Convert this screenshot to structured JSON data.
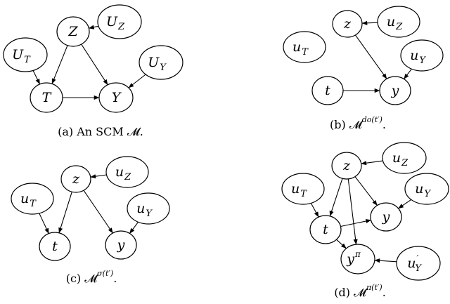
{
  "panels": [
    {
      "id": "a",
      "caption": "(a) An SCM 𝓜.",
      "nodes": [
        {
          "id": "Z",
          "base": "Z"
        },
        {
          "id": "UZ",
          "base": "U",
          "sub": "Z"
        },
        {
          "id": "UT",
          "base": "U",
          "sub": "T"
        },
        {
          "id": "UY",
          "base": "U",
          "sub": "Y"
        },
        {
          "id": "T",
          "base": "T"
        },
        {
          "id": "Y",
          "base": "Y"
        }
      ],
      "edges": [
        [
          "UZ",
          "Z"
        ],
        [
          "Z",
          "T"
        ],
        [
          "Z",
          "Y"
        ],
        [
          "UT",
          "T"
        ],
        [
          "UY",
          "Y"
        ],
        [
          "T",
          "Y"
        ]
      ]
    },
    {
      "id": "b",
      "caption": "(b) 𝓜",
      "caption_sup": "do(t′)",
      "caption_tail": ".",
      "nodes": [
        {
          "id": "z",
          "base": "z"
        },
        {
          "id": "uZ",
          "base": "u",
          "sub": "Z"
        },
        {
          "id": "uT",
          "base": "u",
          "sub": "T"
        },
        {
          "id": "uY",
          "base": "u",
          "sub": "Y"
        },
        {
          "id": "t",
          "base": "t"
        },
        {
          "id": "y",
          "base": "y"
        }
      ],
      "edges": [
        [
          "uZ",
          "z"
        ],
        [
          "z",
          "y"
        ],
        [
          "uY",
          "y"
        ],
        [
          "t",
          "y"
        ]
      ]
    },
    {
      "id": "c",
      "caption": "(c) 𝓜",
      "caption_sup": "σ(t′)",
      "caption_tail": ".",
      "nodes": [
        {
          "id": "z",
          "base": "z"
        },
        {
          "id": "uZ",
          "base": "u",
          "sub": "Z"
        },
        {
          "id": "uT",
          "base": "u",
          "sub": "T"
        },
        {
          "id": "uY",
          "base": "u",
          "sub": "Y"
        },
        {
          "id": "t",
          "base": "t"
        },
        {
          "id": "y",
          "base": "y"
        }
      ],
      "edges": [
        [
          "uZ",
          "z"
        ],
        [
          "z",
          "t"
        ],
        [
          "z",
          "y"
        ],
        [
          "uT",
          "t"
        ],
        [
          "uY",
          "y"
        ]
      ]
    },
    {
      "id": "d",
      "caption": "(d) 𝓜",
      "caption_sup": "π(t′)",
      "caption_tail": ".",
      "nodes": [
        {
          "id": "z",
          "base": "z"
        },
        {
          "id": "uZ",
          "base": "u",
          "sub": "Z"
        },
        {
          "id": "uT",
          "base": "u",
          "sub": "T"
        },
        {
          "id": "uY",
          "base": "u",
          "sub": "Y"
        },
        {
          "id": "t",
          "base": "t"
        },
        {
          "id": "y",
          "base": "y"
        },
        {
          "id": "ypi",
          "base": "y",
          "sup": "π"
        },
        {
          "id": "uY2",
          "base": "u",
          "sub": "Y",
          "sup": "′"
        }
      ],
      "edges": [
        [
          "uZ",
          "z"
        ],
        [
          "z",
          "t"
        ],
        [
          "z",
          "y"
        ],
        [
          "z",
          "ypi"
        ],
        [
          "uT",
          "t"
        ],
        [
          "uY",
          "y"
        ],
        [
          "t",
          "y"
        ],
        [
          "t",
          "ypi"
        ],
        [
          "uY2",
          "ypi"
        ]
      ]
    }
  ]
}
